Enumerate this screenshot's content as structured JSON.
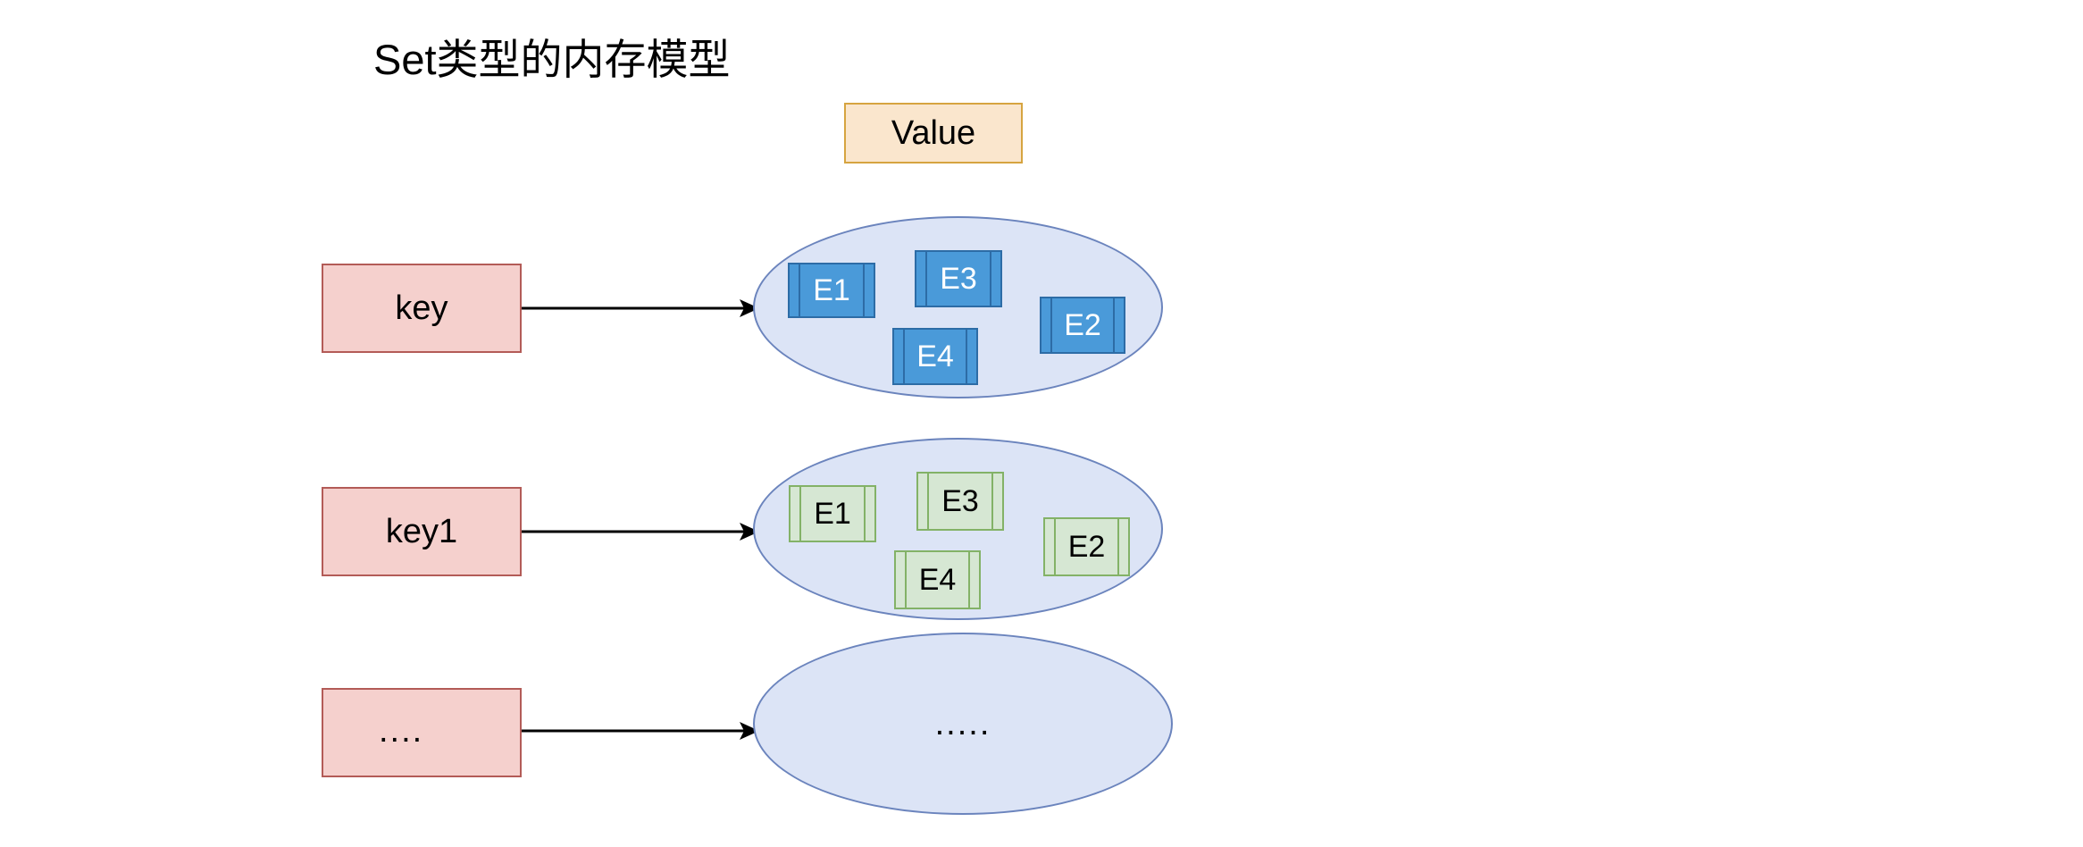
{
  "title": "Set类型的内存模型",
  "legend": {
    "value_label": "Value",
    "fill": "#fae6cd",
    "stroke": "#d6a440"
  },
  "colors": {
    "key_fill": "#f5d0cd",
    "key_stroke": "#b35b57",
    "ellipse_fill": "#dce4f6",
    "ellipse_stroke": "#6b84bd",
    "element_blue_fill": "#4a9ad9",
    "element_blue_stroke": "#2d6ca6",
    "element_green_fill": "#d6e7d3",
    "element_green_stroke": "#83b267",
    "arrow": "#000000",
    "background": "#ffffff"
  },
  "rows": [
    {
      "key_label": "key",
      "arrow_icon": "arrow-right-icon",
      "elements": [
        {
          "label": "E1",
          "style": "blue"
        },
        {
          "label": "E3",
          "style": "blue"
        },
        {
          "label": "E2",
          "style": "blue"
        },
        {
          "label": "E4",
          "style": "blue"
        }
      ],
      "ellipse_text": ""
    },
    {
      "key_label": "key1",
      "arrow_icon": "arrow-right-icon",
      "elements": [
        {
          "label": "E1",
          "style": "green"
        },
        {
          "label": "E3",
          "style": "green"
        },
        {
          "label": "E2",
          "style": "green"
        },
        {
          "label": "E4",
          "style": "green"
        }
      ],
      "ellipse_text": ""
    },
    {
      "key_label": "....",
      "arrow_icon": "arrow-right-icon",
      "elements": [],
      "ellipse_text": "....."
    }
  ]
}
